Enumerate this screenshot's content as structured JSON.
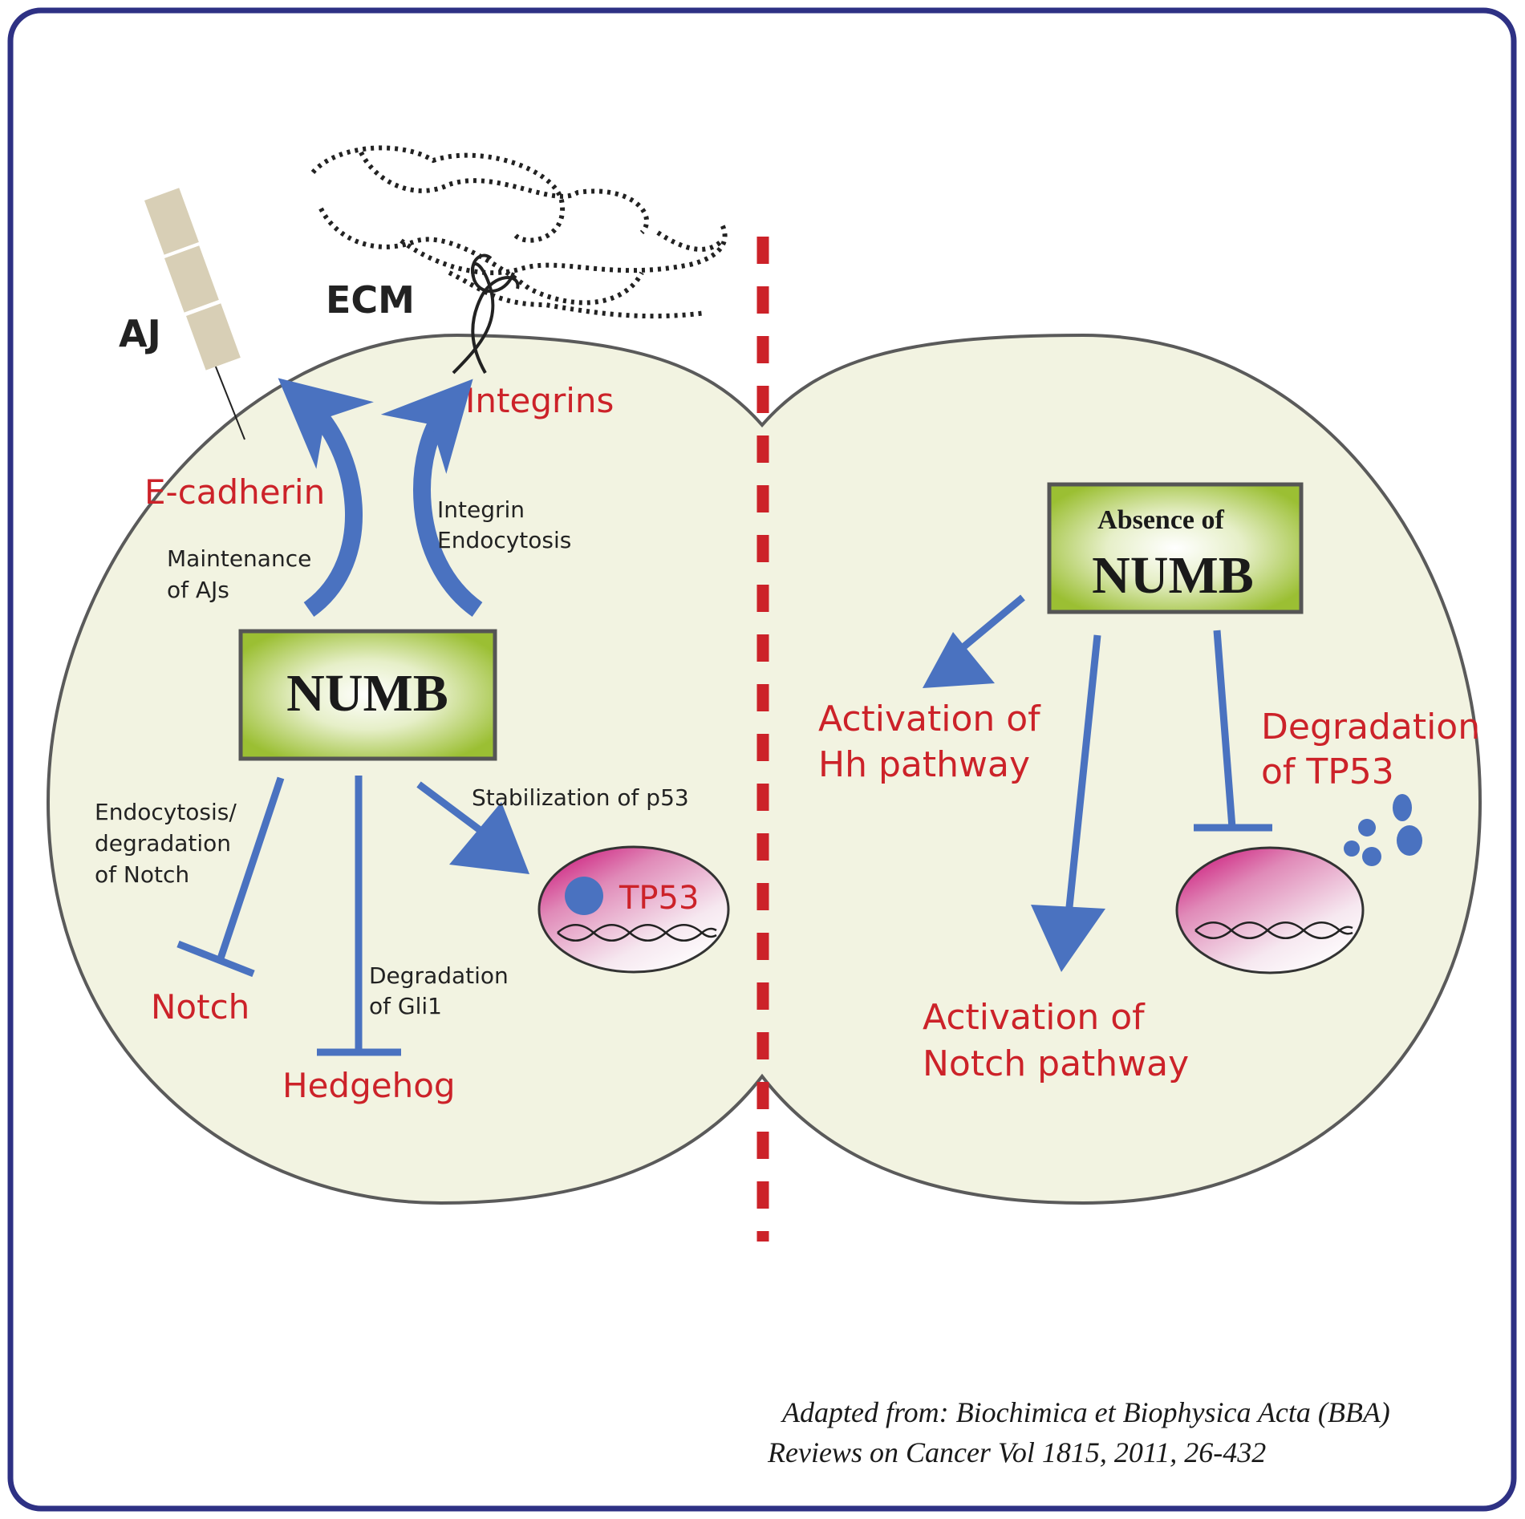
{
  "colors": {
    "frame": "#2e3184",
    "cell_fill": "#f2f3e1",
    "cell_stroke": "#5a5a5a",
    "red_text": "#cc2229",
    "blue_arrow": "#4a72c0",
    "numb_box": "#9bbf33",
    "divider": "#cc2229",
    "aj_block": "#d8cfb6"
  },
  "labels": {
    "aj": "AJ",
    "ecm": "ECM",
    "integrins": "Integrins",
    "e_cadherin": "E-cadherin",
    "integrin_endocytosis": [
      "Integrin",
      "Endocytosis"
    ],
    "maintenance_ajs": [
      "Maintenance",
      "of AJs"
    ],
    "numb": "NUMB",
    "endocytosis_notch": [
      "Endocytosis/",
      "degradation",
      "of Notch"
    ],
    "degradation_gli1": [
      "Degradation",
      "of Gli1"
    ],
    "stabilization_p53": "Stabilization of p53",
    "tp53": "TP53",
    "notch": "Notch",
    "hedgehog": "Hedgehog",
    "absence_of": "Absence of",
    "absence_numb": "NUMB",
    "activation_hh": [
      "Activation of",
      "Hh pathway"
    ],
    "degradation_tp53": [
      "Degradation",
      "of TP53"
    ],
    "activation_notch": [
      "Activation of",
      "Notch pathway"
    ]
  },
  "citation": [
    "Adapted from: Biochimica et Biophysica Acta (BBA)",
    "Reviews on Cancer Vol 1815,  2011, 26-432"
  ]
}
